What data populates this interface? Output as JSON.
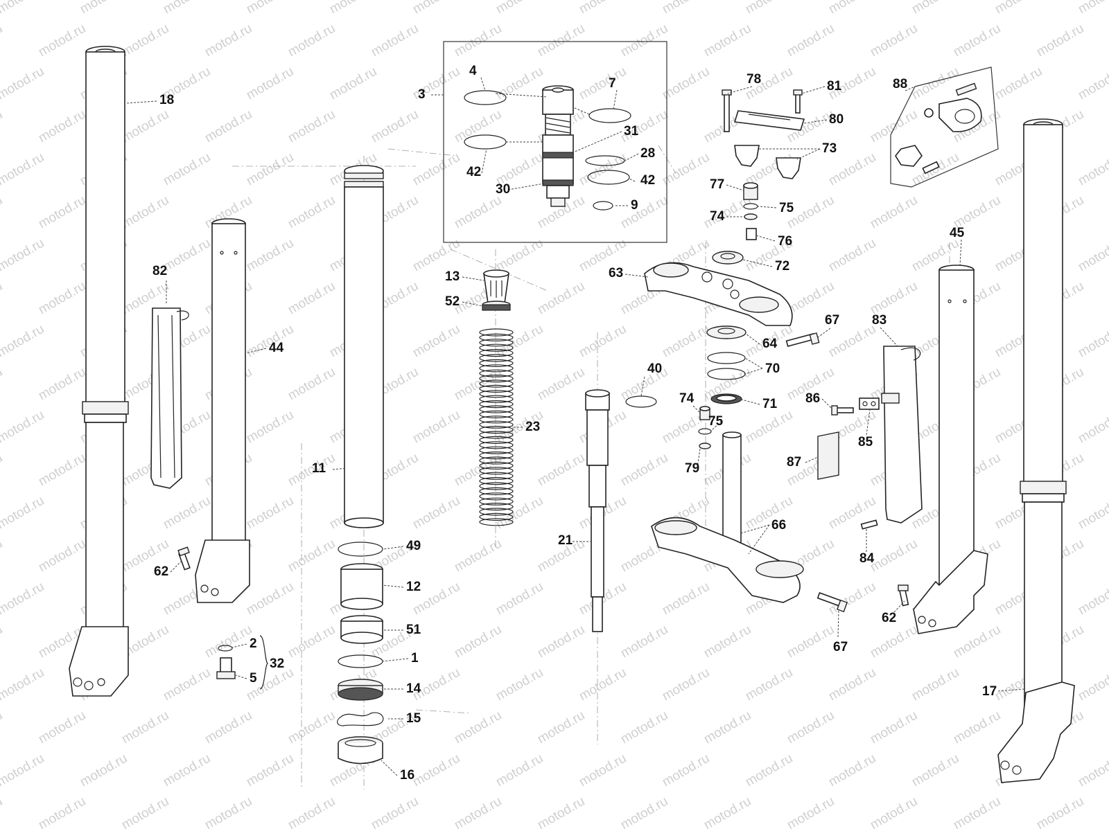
{
  "watermark": {
    "text": "motod.ru"
  },
  "labels": {
    "l1": "1",
    "l2": "2",
    "l3": "3",
    "l4": "4",
    "l5": "5",
    "l7": "7",
    "l9": "9",
    "l11": "11",
    "l12": "12",
    "l13": "13",
    "l14": "14",
    "l15": "15",
    "l16": "16",
    "l17": "17",
    "l18": "18",
    "l21": "21",
    "l23": "23",
    "l28": "28",
    "l30": "30",
    "l31": "31",
    "l32": "32",
    "l40": "40",
    "l42a": "42",
    "l42b": "42",
    "l44": "44",
    "l45": "45",
    "l49": "49",
    "l51": "51",
    "l52": "52",
    "l62a": "62",
    "l62b": "62",
    "l63": "63",
    "l64": "64",
    "l66": "66",
    "l67a": "67",
    "l67b": "67",
    "l70": "70",
    "l71": "71",
    "l72": "72",
    "l73": "73",
    "l74a": "74",
    "l74b": "74",
    "l75a": "75",
    "l75b": "75",
    "l76": "76",
    "l77": "77",
    "l78": "78",
    "l79": "79",
    "l80": "80",
    "l81": "81",
    "l82": "82",
    "l83": "83",
    "l84": "84",
    "l85": "85",
    "l86": "86",
    "l87": "87",
    "l88": "88"
  }
}
